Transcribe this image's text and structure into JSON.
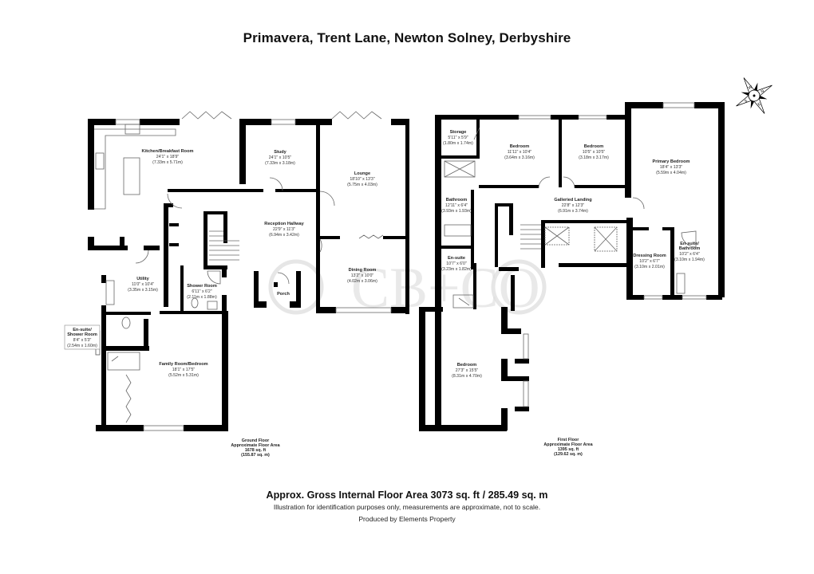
{
  "title": "Primavera, Trent Lane, Newton Solney, Derbyshire",
  "watermark": "CB+CO",
  "ground_floor": {
    "label_lines": [
      "Ground Floor",
      "Approximate Floor Area",
      "1678 sq. ft",
      "(155.87 sq. m)"
    ],
    "rooms": [
      {
        "name": "Kitchen/Breakfast Room",
        "imperial": "24'1\" x 18'9\"",
        "metric": "(7.33m x 5.71m)"
      },
      {
        "name": "Study",
        "imperial": "24'1\" x 10'5\"",
        "metric": "(7.33m x 3.18m)"
      },
      {
        "name": "Lounge",
        "imperial": "18'10\" x 13'3\"",
        "metric": "(5.75m x 4.03m)"
      },
      {
        "name": "Reception Hallway",
        "imperial": "22'9\" x 11'3\"",
        "metric": "(6.94m x 3.42m)"
      },
      {
        "name": "Dining Room",
        "imperial": "13'2\" x 10'0\"",
        "metric": "(4.02m x 3.06m)"
      },
      {
        "name": "Porch",
        "imperial": "",
        "metric": ""
      },
      {
        "name": "Utility",
        "imperial": "11'0\" x 10'4\"",
        "metric": "(3.35m x 3.15m)"
      },
      {
        "name": "Shower Room",
        "imperial": "6'11\" x 6'2\"",
        "metric": "(2.11m x 1.88m)"
      },
      {
        "name_lines": [
          "En-suite/",
          "Shower Room"
        ],
        "imperial": "8'4\" x 5'3\"",
        "metric": "(2.54m x 1.60m)"
      },
      {
        "name": "Family Room/Bedroom",
        "imperial": "18'1\" x 17'5\"",
        "metric": "(5.52m x 5.31m)"
      }
    ]
  },
  "first_floor": {
    "label_lines": [
      "First Floor",
      "Approximate Floor Area",
      "1395 sq. ft",
      "(129.62 sq. m)"
    ],
    "rooms": [
      {
        "name": "Storage",
        "imperial": "5'11\" x 5'9\"",
        "metric": "(1.80m x 1.74m)"
      },
      {
        "name": "Bedroom",
        "imperial": "11'11\" x 10'4\"",
        "metric": "(3.64m x 3.16m)"
      },
      {
        "name": "Bedroom",
        "imperial": "10'5\" x 10'5\"",
        "metric": "(3.18m x 3.17m)"
      },
      {
        "name": "Primary Bedroom",
        "imperial": "18'4\" x 13'3\"",
        "metric": "(5.59m x 4.04m)"
      },
      {
        "name": "Bathroom",
        "imperial": "12'11\" x 6'4\"",
        "metric": "(3.93m x 1.93m)"
      },
      {
        "name": "Galleried Landing",
        "imperial": "22'8\" x 12'3\"",
        "metric": "(6.91m x 3.74m)"
      },
      {
        "name": "En-suite",
        "imperial": "10'7\" x 6'0\"",
        "metric": "(3.23m x 1.82m)"
      },
      {
        "name": "Dressing Room",
        "imperial": "10'2\" x 6'7\"",
        "metric": "(3.10m x 2.01m)"
      },
      {
        "name_lines": [
          "En-suite/",
          "Bathroom"
        ],
        "imperial": "10'2\" x 6'4\"",
        "metric": "(3.10m x 1.94m)"
      },
      {
        "name": "Bedroom",
        "imperial": "27'3\" x 15'5\"",
        "metric": "(8.31m x 4.70m)"
      }
    ]
  },
  "compass": {
    "letters": [
      "N",
      "E",
      "S",
      "W"
    ]
  },
  "footer": {
    "gross_area": "Approx. Gross Internal Floor Area 3073 sq. ft / 285.49 sq. m",
    "disclaimer": "Illustration for identification purposes only, measurements are approximate, not to scale.",
    "produced_by": "Produced by Elements Property"
  },
  "colors": {
    "wall": "#000000",
    "fixture": "#888888",
    "watermark": "#d8d8d8"
  }
}
